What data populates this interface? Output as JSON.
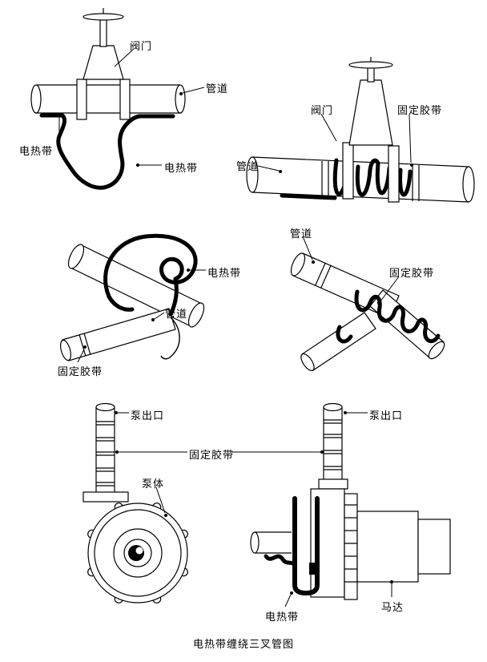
{
  "caption": "电热带缠绕三叉管图",
  "figure1": {
    "valve": "阀门",
    "pipe": "管道",
    "heater_left": "电热带",
    "heater_right": "电热带"
  },
  "figure2": {
    "valve": "阀门",
    "fixing_tape": "固定胶带",
    "pipe": "管道"
  },
  "figure3": {
    "heater": "电热带",
    "pipe": "管道",
    "fixing_tape": "固定胶带"
  },
  "figure4": {
    "pipe": "管道",
    "fixing_tape": "固定胶带"
  },
  "figure5": {
    "outlet": "泵出口",
    "fixing_tape": "固定胶带",
    "body": "泵体"
  },
  "figure6": {
    "outlet": "泵出口",
    "heater": "电热带",
    "motor": "马达"
  },
  "colors": {
    "line": "#000000",
    "background": "#ffffff"
  }
}
